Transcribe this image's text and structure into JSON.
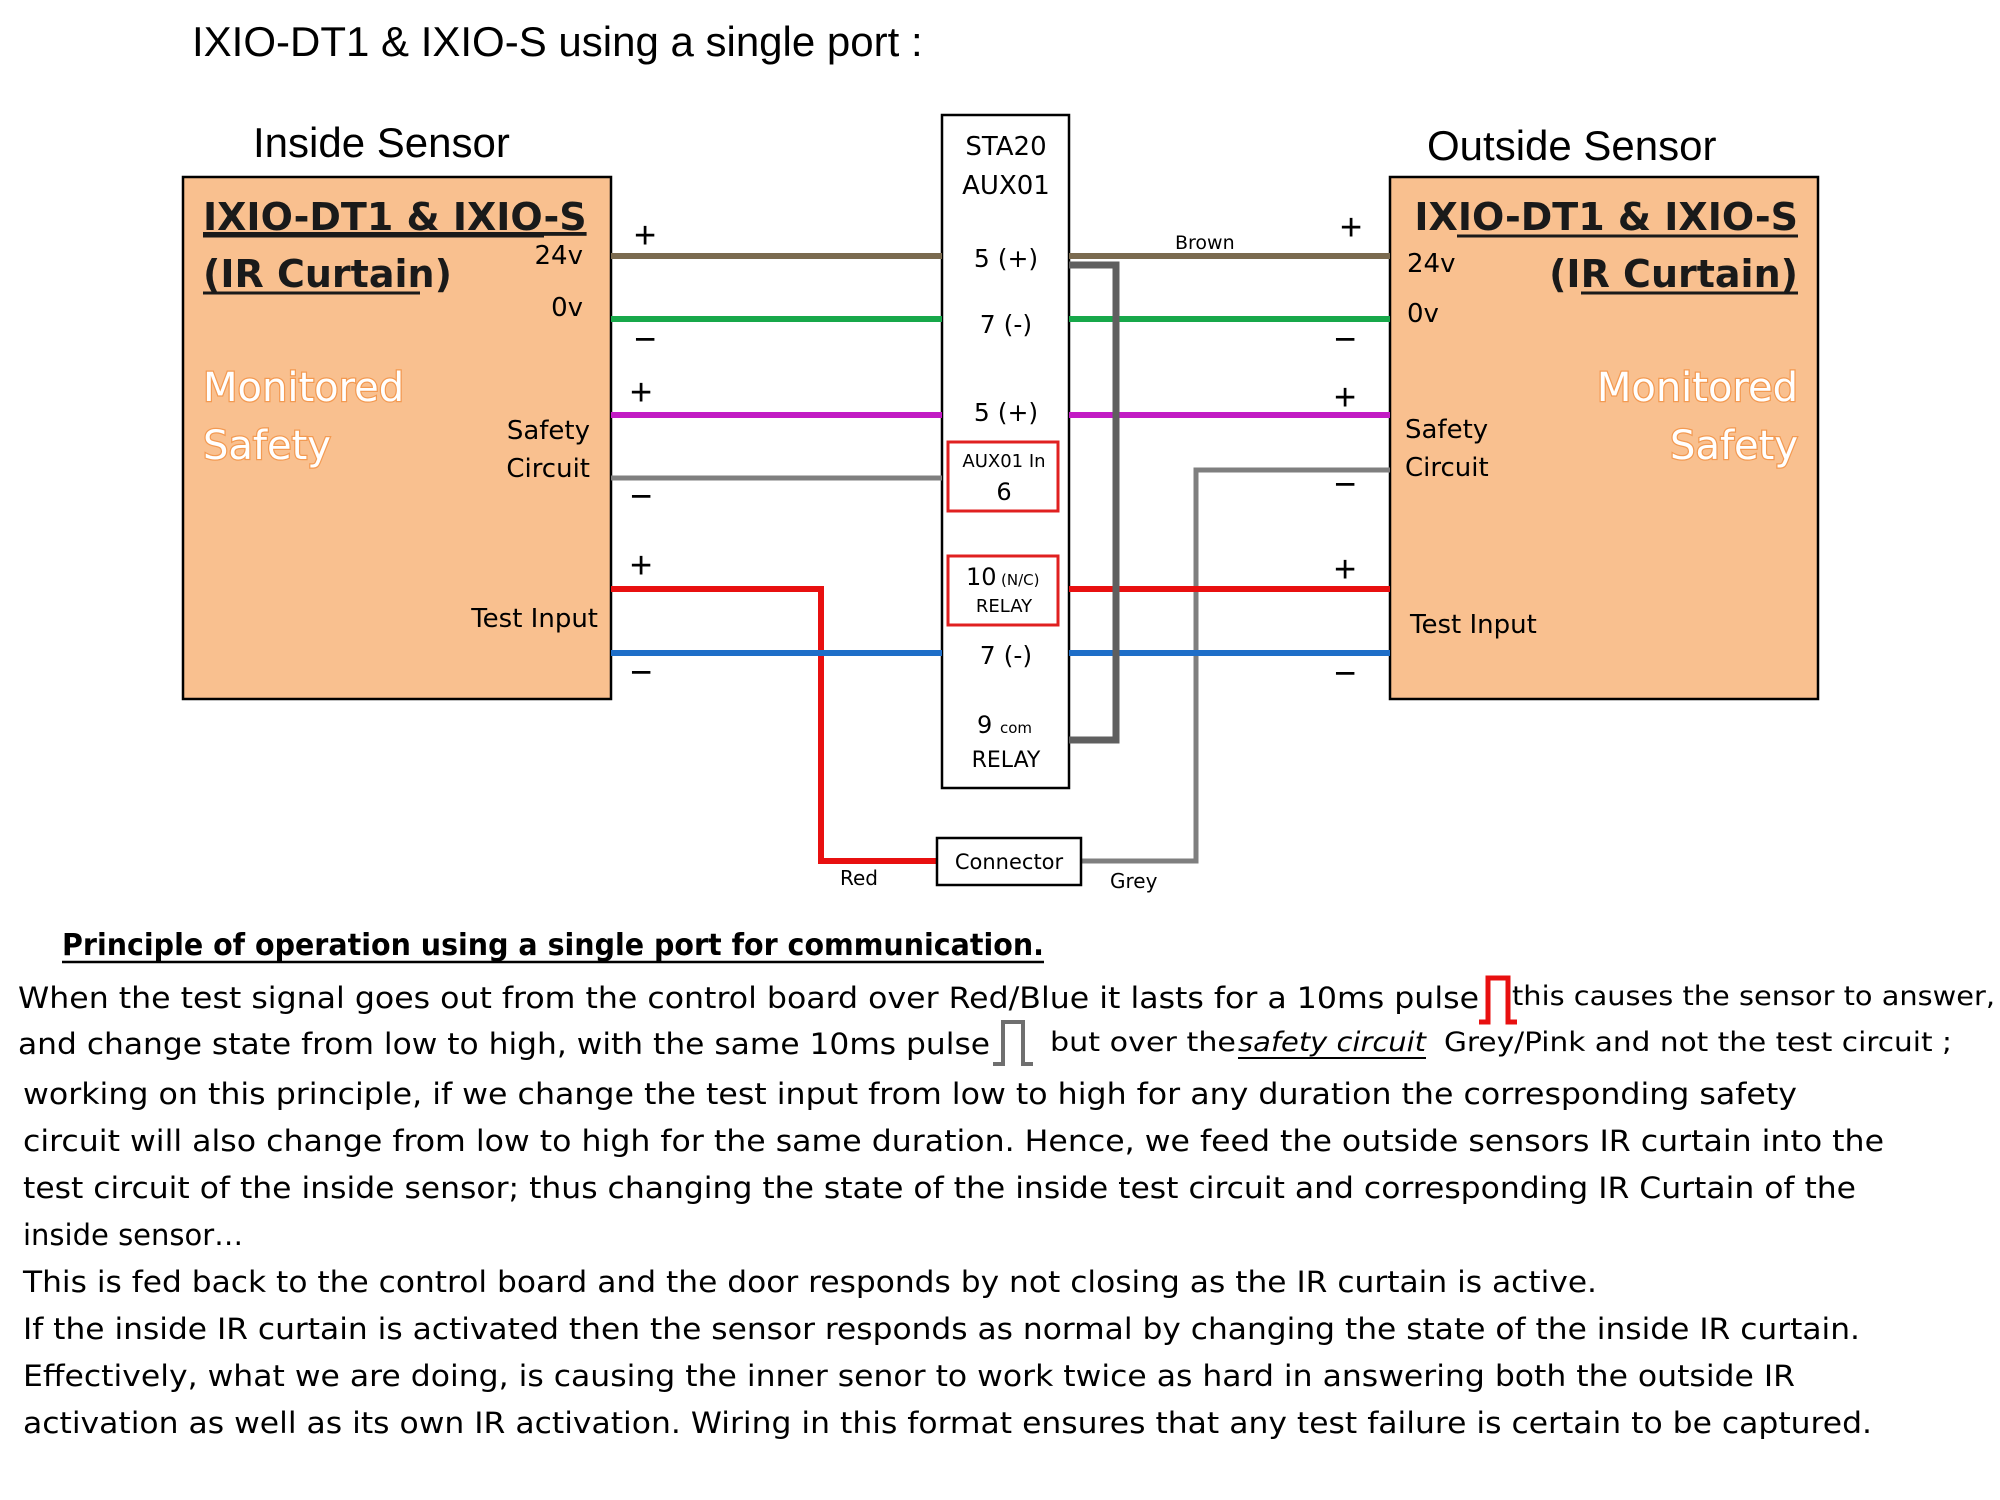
{
  "title": "IXIO-DT1 & IXIO-S using a single port :",
  "inside": {
    "heading": "Inside Sensor",
    "model_line1": "IXIO-DT1 & IXIO-S",
    "model_line2": "(IR Curtain)",
    "monitored_line1": "Monitored",
    "monitored_line2": "Safety",
    "v24": "24v",
    "v0": "0v",
    "safety_line1": "Safety",
    "safety_line2": "Circuit",
    "test_input": "Test Input"
  },
  "outside": {
    "heading": "Outside Sensor",
    "model_line1": "IXIO-DT1 & IXIO-S",
    "model_line2": "(IR Curtain)",
    "monitored_line1": "Monitored",
    "monitored_line2": "Safety",
    "v24": "24v",
    "v0": "0v",
    "safety_line1": "Safety",
    "safety_line2": "Circuit",
    "test_input": "Test Input"
  },
  "controller": {
    "name_line1": "STA20",
    "name_line2": "AUX01",
    "t5a": "5 (+)",
    "t7a": "7 (-)",
    "t5b": "5 (+)",
    "aux_in_line1": "AUX01 In",
    "aux_in_line2": "6",
    "relay_nc_num": "10",
    "relay_nc_tag": "(N/C)",
    "relay_nc_label": "RELAY",
    "t7b": "7 (-)",
    "relay_com_num": "9",
    "relay_com_tag": "com",
    "relay_com_label": "RELAY"
  },
  "signs": {
    "plus": "+",
    "minus": "−"
  },
  "wire_labels": {
    "brown": "Brown",
    "red": "Red",
    "grey": "Grey"
  },
  "connector_label": "Connector",
  "wire_colors": {
    "brown": "#7a6a4f",
    "green": "#17a84a",
    "magenta": "#c21bc4",
    "grey": "#7f7f7f",
    "red": "#e81010",
    "blue": "#1e6ec8",
    "sensor_fill": "#f9c08f",
    "highlight": "#e02020"
  },
  "text": {
    "heading": "Principle of operation using a single port for communication.",
    "l1a": "When the test signal goes out from the control board over Red/Blue it lasts for a 10ms pulse",
    "l1b": "this causes the sensor to answer,",
    "l2a": "and change state from low to high, with the same 10ms pulse",
    "l2b": "but over the",
    "l2c": "safety circuit",
    "l2d": "Grey/Pink and not the test circuit ;",
    "l3": "working on this principle, if we change the test input from low to high for any duration the corresponding safety",
    "l4": "circuit will also change from low to high for the same duration. Hence, we feed the outside sensors IR curtain into the",
    "l5": "test circuit of the inside sensor; thus changing the state of the inside test circuit and corresponding IR Curtain of the",
    "l6": "inside sensor…",
    "l7": "This is fed back to the control board and the door responds by not closing as the IR curtain is active.",
    "l8": "If the inside IR curtain is activated then the sensor responds as normal by changing the state of the inside IR curtain.",
    "l9": "Effectively, what we are doing, is causing the inner senor to work twice as hard in answering both the outside IR",
    "l10": "activation as well as its own IR activation. Wiring in this format ensures that any test failure is certain to be captured."
  }
}
